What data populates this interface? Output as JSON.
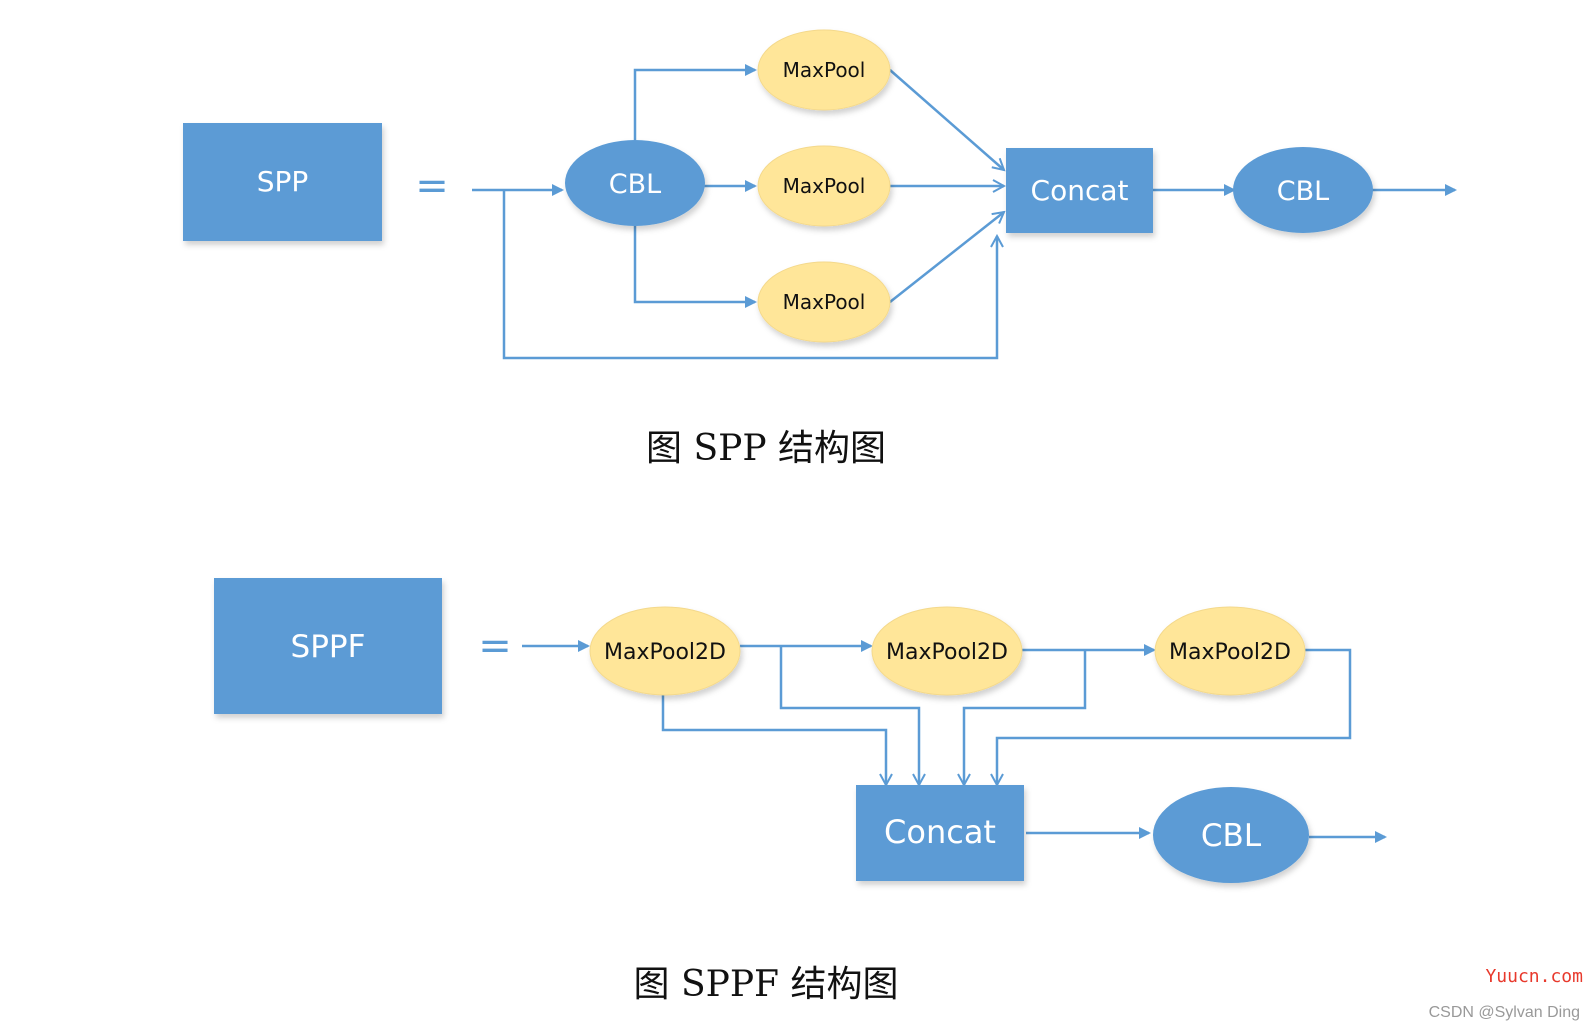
{
  "colors": {
    "blue": "#5b9bd5",
    "yellow": "#ffe699",
    "yellow_stroke": "#f4d98c",
    "line": "#5b9bd5",
    "text_dark": "#111111",
    "watermark_red": "#e8392c",
    "watermark_gray": "#999999"
  },
  "spp": {
    "block_label": "SPP",
    "equals": "=",
    "cbl_in": "CBL",
    "maxpool_1": "MaxPool",
    "maxpool_2": "MaxPool",
    "maxpool_3": "MaxPool",
    "concat": "Concat",
    "cbl_out": "CBL",
    "caption": "图  SPP 结构图"
  },
  "sppf": {
    "block_label": "SPPF",
    "equals": "=",
    "maxpool2d_1": "MaxPool2D",
    "maxpool2d_2": "MaxPool2D",
    "maxpool2d_3": "MaxPool2D",
    "concat": "Concat",
    "cbl_out": "CBL",
    "caption": "图  SPPF 结构图"
  },
  "watermark": {
    "site": "Yuucn.com",
    "author": "CSDN @Sylvan Ding"
  }
}
